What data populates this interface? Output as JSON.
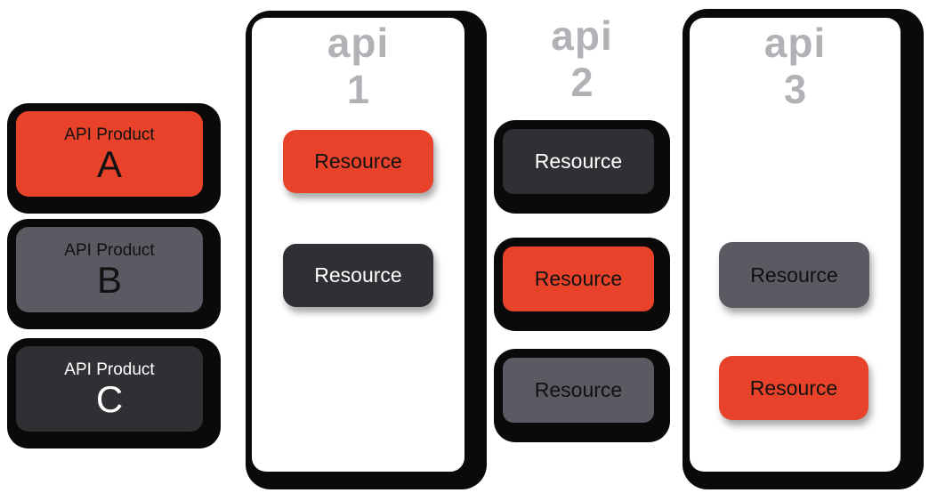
{
  "palette": {
    "background": "#FFFFFF",
    "orange": "#E8432A",
    "gray": "#595A62",
    "dark": "#2F3033",
    "outline_black": "#0A0A0A",
    "title_gray": "#B0B2B6",
    "text_dark": "#111111",
    "text_light": "#FFFFFF"
  },
  "products": [
    {
      "line1": "API Product",
      "letter": "A",
      "fill": "#E8432A",
      "text": "#111111"
    },
    {
      "line1": "API Product",
      "letter": "B",
      "fill": "#595A62",
      "text": "#111111"
    },
    {
      "line1": "API Product",
      "letter": "C",
      "fill": "#2F3033",
      "text": "#FFFFFF"
    }
  ],
  "apis": [
    {
      "title": "api",
      "number": "1",
      "resources": [
        {
          "label": "Resource",
          "fill": "#E8432A",
          "text": "#111111"
        },
        {
          "label": "Resource",
          "fill": "#2F3033",
          "text": "#FFFFFF"
        }
      ]
    },
    {
      "title": "api",
      "number": "2",
      "resources": [
        {
          "label": "Resource",
          "fill": "#2F3033",
          "text": "#FFFFFF"
        },
        {
          "label": "Resource",
          "fill": "#E8432A",
          "text": "#111111"
        },
        {
          "label": "Resource",
          "fill": "#595A62",
          "text": "#111111"
        }
      ]
    },
    {
      "title": "api",
      "number": "3",
      "resources": [
        {
          "label": "Resource",
          "fill": "#595A62",
          "text": "#111111"
        },
        {
          "label": "Resource",
          "fill": "#E8432A",
          "text": "#111111"
        }
      ]
    }
  ]
}
